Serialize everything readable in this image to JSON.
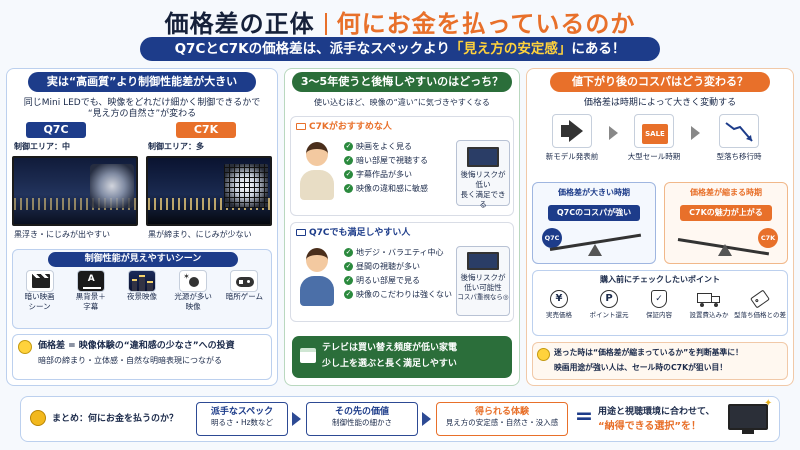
{
  "title": {
    "main": "価格差の正体",
    "accent": "何にお金を払っているのか"
  },
  "subtitle": {
    "pre": "Q7CとC7Kの価格差は、派手なスペックより",
    "highlight": "「見え方の安定感」",
    "post": "にある！"
  },
  "left": {
    "header": "実は“高画質”より制御性能差が大きい",
    "intro1": "同じMini LEDでも、映像をどれだけ細かく制御できるかで",
    "intro2": "“見え方の自然さ”が変わる",
    "q7c": {
      "name": "Q7C",
      "area": "制御エリア：中",
      "caption": "黒浮き・にじみが出やすい"
    },
    "c7k": {
      "name": "C7K",
      "area": "制御エリア：多",
      "caption": "黒が締まり、にじみが少ない"
    },
    "scenes_header": "制御性能が見えやすいシーン",
    "scenes": [
      {
        "label1": "暗い映画",
        "label2": "シーン",
        "icon": "clapper-icon"
      },
      {
        "label1": "黒背景＋",
        "label2": "字幕",
        "icon": "subtitle-screen-icon"
      },
      {
        "label1": "夜景映像",
        "label2": "",
        "icon": "night-city-icon"
      },
      {
        "label1": "光源が多い",
        "label2": "映像",
        "icon": "light-source-icon"
      },
      {
        "label1": "暗所ゲーム",
        "label2": "",
        "icon": "gamepad-icon"
      }
    ],
    "tip1": "価格差 = 映像体験の“違和感の少なさ”への投資",
    "tip2": "暗部の締まり・立体感・自然な明暗表現につながる"
  },
  "middle": {
    "header": "3〜5年使うと後悔しやすいのはどっち？",
    "intro": "使い込むほど、映像の“違い”に気づきやすくなる",
    "c7k_title": "C7Kがおすすめな人",
    "c7k_items": [
      "映画をよく見る",
      "暗い部屋で視聴する",
      "字幕作品が多い",
      "映像の違和感に敏感"
    ],
    "c7k_note1": "後悔リスクが低い",
    "c7k_note2": "長く満足できる",
    "q7c_title": "Q7Cでも満足しやすい人",
    "q7c_items": [
      "地デジ・バラエティ中心",
      "昼間の視聴が多い",
      "明るい部屋で見る",
      "映像のこだわりは強くない"
    ],
    "q7c_note1": "後悔リスクが",
    "q7c_note2": "低い可能性",
    "q7c_note3": "コスパ重視なら◎",
    "bottom1": "テレビは買い替え頻度が低い家電",
    "bottom2": "少し上を選ぶと長く満足しやすい"
  },
  "right": {
    "header": "値下がり後のコスパはどう変わる？",
    "intro": "価格差は時期によって大きく変動する",
    "timeline": [
      {
        "label": "新モデル発表前",
        "icon": "megaphone-icon"
      },
      {
        "label": "大型セール時期",
        "icon": "sale-bag-icon",
        "badge": "SALE"
      },
      {
        "label": "型落ち移行時",
        "icon": "price-down-chart-icon"
      }
    ],
    "big_gap": {
      "title": "価格差が大きい時期",
      "text": "Q7Cのコスパが強い",
      "badge": "Q7C"
    },
    "small_gap": {
      "title": "価格差が縮まる時期",
      "text": "C7Kの魅力が上がる",
      "badge": "C7K"
    },
    "check_header": "購入前にチェックしたいポイント",
    "checks": [
      {
        "label": "実売価格",
        "icon": "yen-icon",
        "glyph": "¥"
      },
      {
        "label": "ポイント還元",
        "icon": "point-icon",
        "glyph": "P"
      },
      {
        "label": "保証内容",
        "icon": "shield-icon",
        "glyph": "✓"
      },
      {
        "label": "設置費込みか",
        "icon": "truck-icon",
        "glyph": ""
      },
      {
        "label": "型落ち価格との差",
        "icon": "price-tag-icon",
        "glyph": ""
      }
    ],
    "tip1": "迷った時は“価格差が縮まっているか”を判断基準に！",
    "tip2": "映画用途が強い人は、セール時のC7Kが狙い目！"
  },
  "summary": {
    "label": "まとめ：何にお金を払うのか？",
    "step1_title": "派手なスペック",
    "step1_sub": "明るさ・Hz数など",
    "step2_title": "その先の価値",
    "step2_sub": "制御性能の細かさ",
    "step3_title": "得られる体験",
    "step3_sub": "見え方の安定感・自然さ・没入感",
    "eq": "=",
    "result1": "用途と視聴環境に合わせて、",
    "result2": "“納得できる選択”を！"
  },
  "colors": {
    "navy": "#1d3c8a",
    "orange": "#e8702a",
    "green": "#2b6e3a",
    "yellow": "#ffd23c"
  }
}
